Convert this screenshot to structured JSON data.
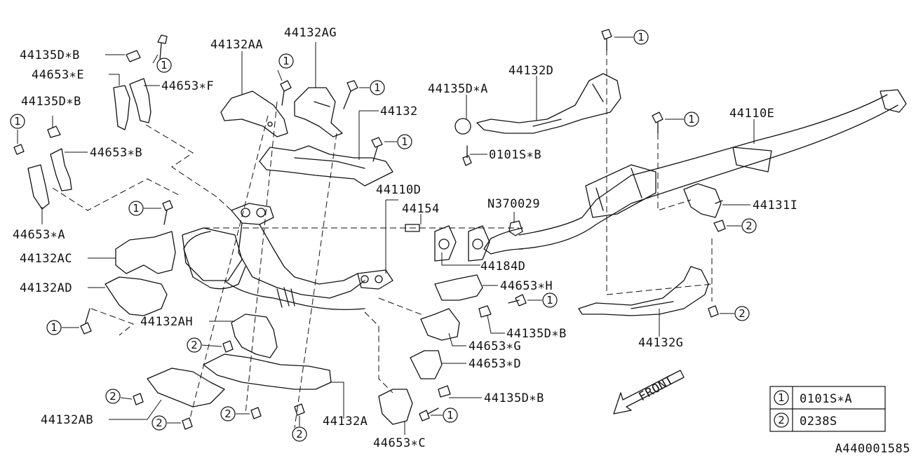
{
  "parts": {
    "p44135D_B_top": "44135D∗B",
    "p44653_E": "44653∗E",
    "p44135D_B_left": "44135D∗B",
    "p44653_F": "44653∗F",
    "p44132AA": "44132AA",
    "p44132AG": "44132AG",
    "p44132": "44132",
    "p44135D_A": "44135D∗A",
    "p44132D": "44132D",
    "p44110E": "44110E",
    "p0101S_B": "0101S∗B",
    "p44653_B": "44653∗B",
    "p44110D": "44110D",
    "p44154": "44154",
    "pN370029": "N370029",
    "p44131I": "44131I",
    "p44653_A": "44653∗A",
    "p44132AC": "44132AC",
    "p44184D": "44184D",
    "p44132AD": "44132AD",
    "p44653_H": "44653∗H",
    "p44135D_B_mid": "44135D∗B",
    "p44132G": "44132G",
    "p44132AH": "44132AH",
    "p44653_G": "44653∗G",
    "p44653_D": "44653∗D",
    "p44135D_B_bottom": "44135D∗B",
    "p44132AB": "44132AB",
    "p44132A": "44132A",
    "p44653_C": "44653∗C"
  },
  "callouts": {
    "one": "1",
    "two": "2"
  },
  "legend": {
    "rows": [
      {
        "key": "1",
        "part": "0101S∗A"
      },
      {
        "key": "2",
        "part": "0238S"
      }
    ]
  },
  "front_label": "FRONT",
  "diagram_id": "A440001585"
}
